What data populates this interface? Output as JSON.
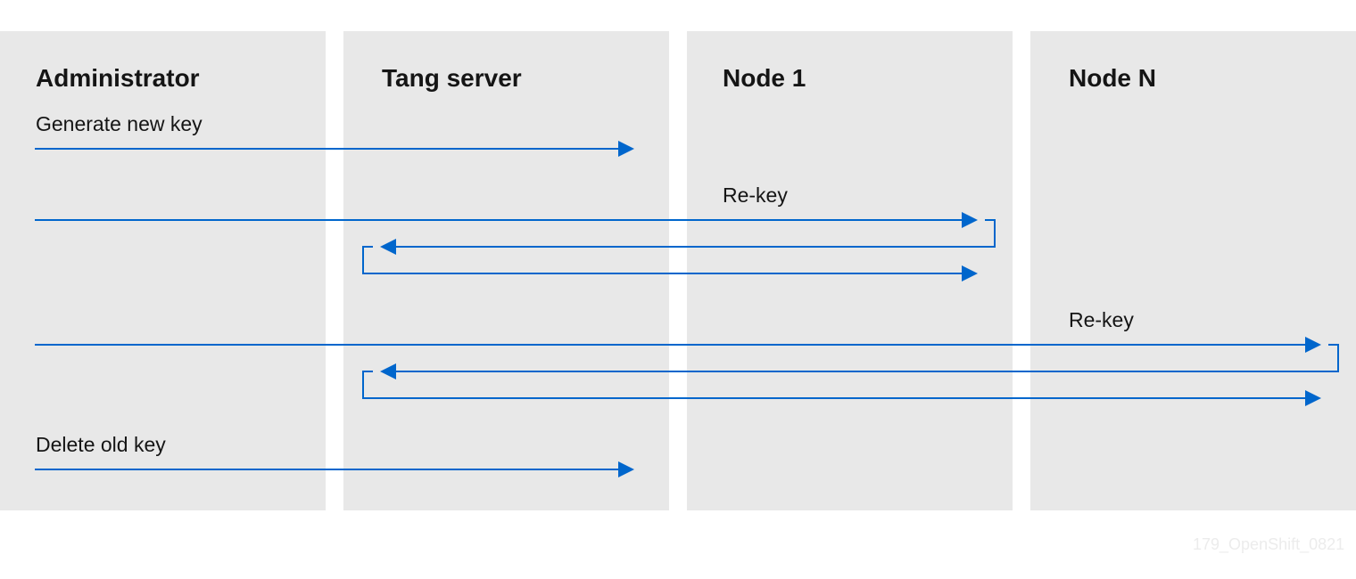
{
  "lanes": [
    {
      "title": "Administrator"
    },
    {
      "title": "Tang server"
    },
    {
      "title": "Node 1"
    },
    {
      "title": "Node N"
    }
  ],
  "messages": {
    "generate_new_key": "Generate new key",
    "rekey_node1": "Re-key",
    "rekey_noden": "Re-key",
    "delete_old_key": "Delete old key"
  },
  "watermark": "179_OpenShift_0821",
  "colors": {
    "arrow": "#0066cc",
    "lane_bg": "#e8e8e8",
    "text": "#151515"
  }
}
